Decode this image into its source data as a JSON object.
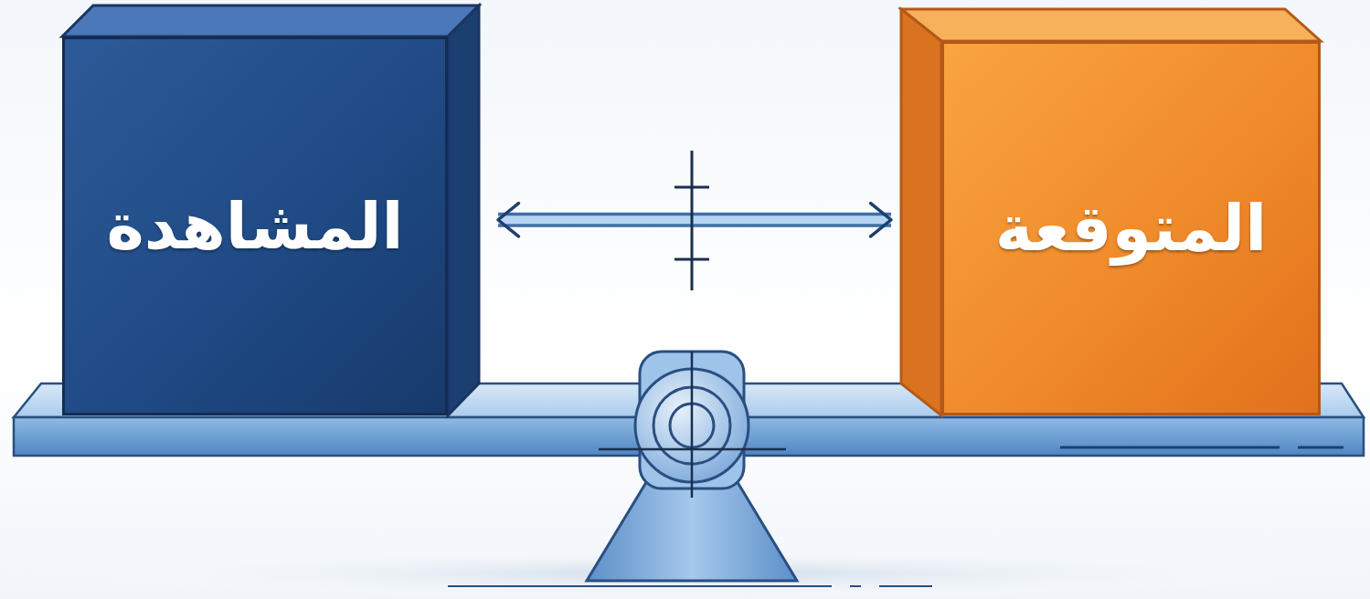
{
  "diagram": {
    "nodes": [
      {
        "text": [
          "المتوقعة"
        ]
      },
      {
        "text": [
          "المشاهدة"
        ]
      }
    ],
    "edges": [
      {
        "from": 1,
        "to": 0,
        "arrow": "both"
      }
    ]
  }
}
